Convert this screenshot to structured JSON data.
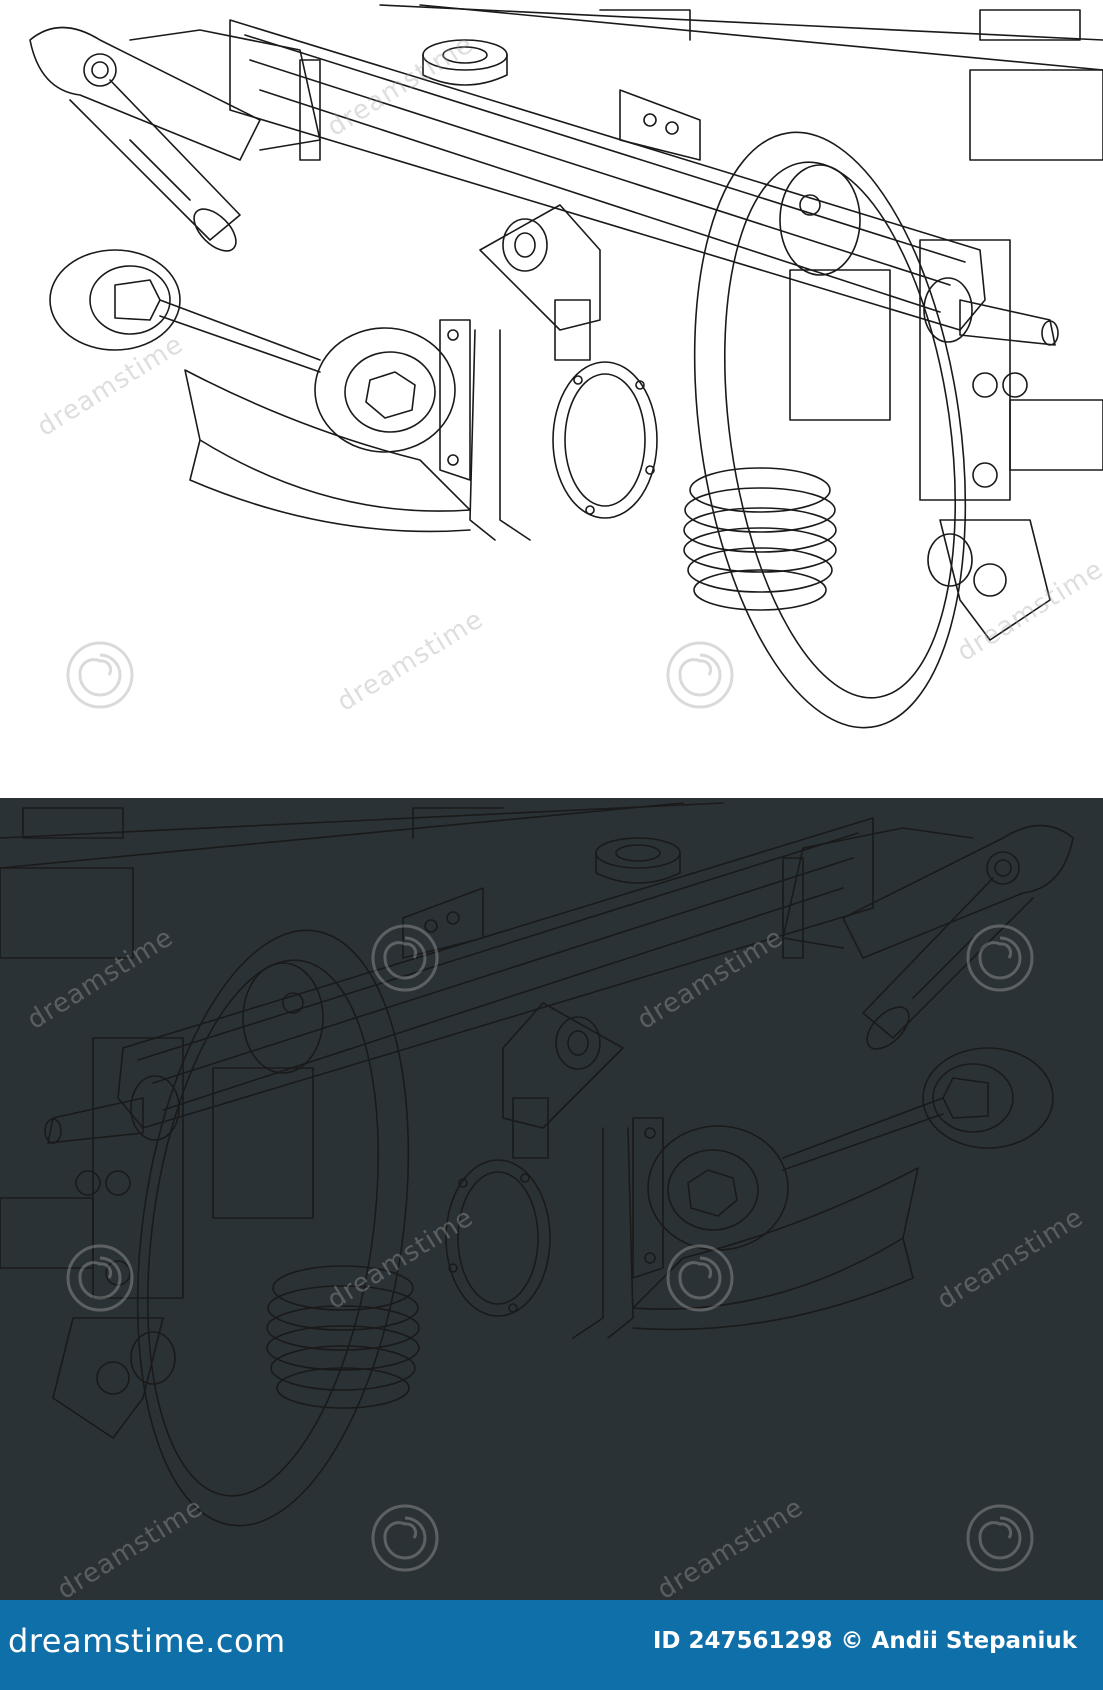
{
  "watermark": {
    "text": "dreamstime"
  },
  "footer": {
    "logo_text": "dreamstime.com",
    "id_text": "ID 247561298 © Andii Stepaniuk"
  },
  "colors": {
    "light_bg": "#ffffff",
    "light_line": "#1a1a1a",
    "dark_bg": "#2b3236",
    "dark_line": "#e9dcc0",
    "footer_bg": "#0f6fa8"
  }
}
